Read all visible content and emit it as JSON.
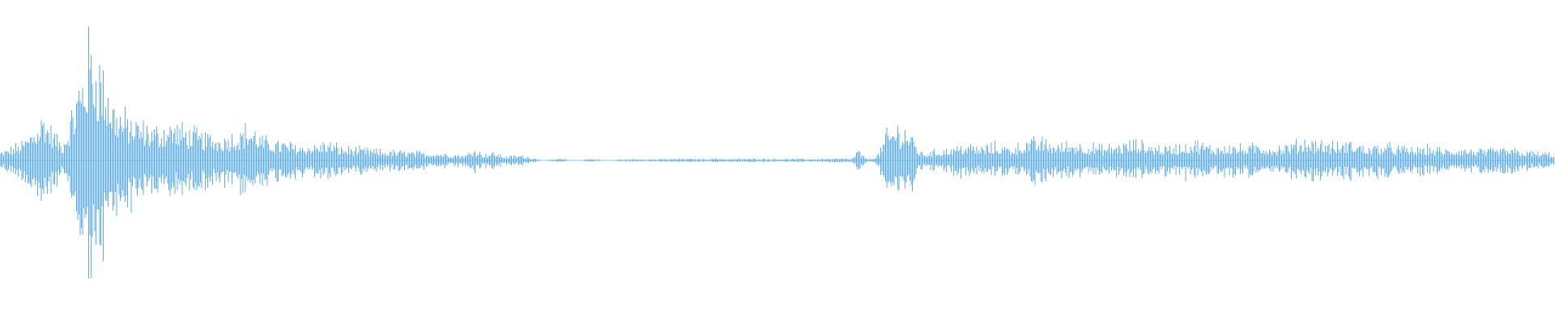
{
  "waveform": {
    "color": "#5dade2",
    "background": "#ffffff",
    "amplitude_envelope": [
      [
        0.0,
        0.06
      ],
      [
        0.008,
        0.1
      ],
      [
        0.015,
        0.14
      ],
      [
        0.02,
        0.22
      ],
      [
        0.025,
        0.3
      ],
      [
        0.028,
        0.35
      ],
      [
        0.032,
        0.26
      ],
      [
        0.04,
        0.12
      ],
      [
        0.045,
        0.3
      ],
      [
        0.05,
        0.55
      ],
      [
        0.055,
        0.75
      ],
      [
        0.058,
        0.92
      ],
      [
        0.062,
        0.8
      ],
      [
        0.066,
        0.7
      ],
      [
        0.072,
        0.45
      ],
      [
        0.08,
        0.34
      ],
      [
        0.09,
        0.28
      ],
      [
        0.1,
        0.24
      ],
      [
        0.11,
        0.28
      ],
      [
        0.12,
        0.24
      ],
      [
        0.13,
        0.2
      ],
      [
        0.14,
        0.18
      ],
      [
        0.15,
        0.2
      ],
      [
        0.16,
        0.26
      ],
      [
        0.17,
        0.16
      ],
      [
        0.18,
        0.14
      ],
      [
        0.19,
        0.12
      ],
      [
        0.2,
        0.11
      ],
      [
        0.21,
        0.14
      ],
      [
        0.22,
        0.1
      ],
      [
        0.23,
        0.09
      ],
      [
        0.24,
        0.08
      ],
      [
        0.25,
        0.07
      ],
      [
        0.26,
        0.07
      ],
      [
        0.27,
        0.06
      ],
      [
        0.28,
        0.06
      ],
      [
        0.29,
        0.05
      ],
      [
        0.3,
        0.04
      ],
      [
        0.305,
        0.1
      ],
      [
        0.31,
        0.05
      ],
      [
        0.318,
        0.06
      ],
      [
        0.325,
        0.03
      ],
      [
        0.335,
        0.04
      ],
      [
        0.342,
        0.02
      ],
      [
        0.35,
        0.0
      ],
      [
        0.36,
        0.012
      ],
      [
        0.37,
        0.0
      ],
      [
        0.38,
        0.012
      ],
      [
        0.39,
        0.0
      ],
      [
        0.4,
        0.008
      ],
      [
        0.41,
        0.01
      ],
      [
        0.42,
        0.008
      ],
      [
        0.43,
        0.01
      ],
      [
        0.44,
        0.012
      ],
      [
        0.45,
        0.01
      ],
      [
        0.46,
        0.014
      ],
      [
        0.47,
        0.01
      ],
      [
        0.48,
        0.012
      ],
      [
        0.49,
        0.014
      ],
      [
        0.5,
        0.01
      ],
      [
        0.51,
        0.012
      ],
      [
        0.52,
        0.01
      ],
      [
        0.53,
        0.012
      ],
      [
        0.54,
        0.014
      ],
      [
        0.548,
        0.012
      ],
      [
        0.552,
        0.08
      ],
      [
        0.556,
        0.02
      ],
      [
        0.56,
        0.01
      ],
      [
        0.565,
        0.05
      ],
      [
        0.57,
        0.2
      ],
      [
        0.576,
        0.26
      ],
      [
        0.582,
        0.25
      ],
      [
        0.587,
        0.18
      ],
      [
        0.592,
        0.06
      ],
      [
        0.6,
        0.07
      ],
      [
        0.61,
        0.09
      ],
      [
        0.62,
        0.12
      ],
      [
        0.63,
        0.1
      ],
      [
        0.64,
        0.12
      ],
      [
        0.65,
        0.1
      ],
      [
        0.66,
        0.14
      ],
      [
        0.67,
        0.16
      ],
      [
        0.68,
        0.12
      ],
      [
        0.69,
        0.14
      ],
      [
        0.7,
        0.12
      ],
      [
        0.71,
        0.1
      ],
      [
        0.72,
        0.12
      ],
      [
        0.73,
        0.14
      ],
      [
        0.74,
        0.12
      ],
      [
        0.75,
        0.1
      ],
      [
        0.76,
        0.12
      ],
      [
        0.77,
        0.14
      ],
      [
        0.78,
        0.1
      ],
      [
        0.79,
        0.12
      ],
      [
        0.8,
        0.1
      ],
      [
        0.81,
        0.12
      ],
      [
        0.82,
        0.1
      ],
      [
        0.83,
        0.12
      ],
      [
        0.84,
        0.16
      ],
      [
        0.85,
        0.14
      ],
      [
        0.86,
        0.12
      ],
      [
        0.87,
        0.14
      ],
      [
        0.88,
        0.1
      ],
      [
        0.89,
        0.12
      ],
      [
        0.9,
        0.1
      ],
      [
        0.91,
        0.09
      ],
      [
        0.92,
        0.1
      ],
      [
        0.93,
        0.08
      ],
      [
        0.94,
        0.09
      ],
      [
        0.95,
        0.08
      ],
      [
        0.96,
        0.08
      ],
      [
        0.97,
        0.09
      ],
      [
        0.98,
        0.07
      ],
      [
        0.99,
        0.06
      ],
      [
        1.0,
        0.05
      ]
    ]
  }
}
